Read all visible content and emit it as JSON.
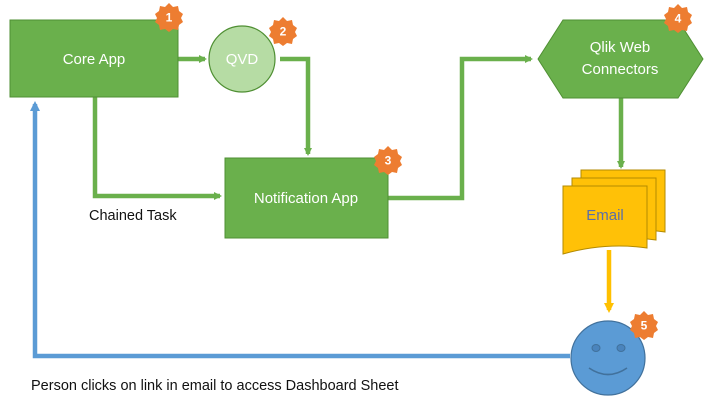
{
  "nodes": {
    "core_app": "Core App",
    "qvd": "QVD",
    "notification_app": "Notification App",
    "qlik_web_connectors_line1": "Qlik Web",
    "qlik_web_connectors_line2": "Connectors",
    "email": "Email"
  },
  "labels": {
    "chained_task": "Chained Task",
    "person_clicks": "Person clicks on link in email to access Dashboard Sheet"
  },
  "badges": [
    "1",
    "2",
    "3",
    "4",
    "5"
  ],
  "colors": {
    "green_fill": "#6ab04c",
    "green_stroke": "#4f8f33",
    "qvd_fill": "#b6dca4",
    "email_fill": "#ffc107",
    "blue": "#5b9bd5",
    "orange": "#ed7d31",
    "yellow_arrow": "#ffc000"
  }
}
